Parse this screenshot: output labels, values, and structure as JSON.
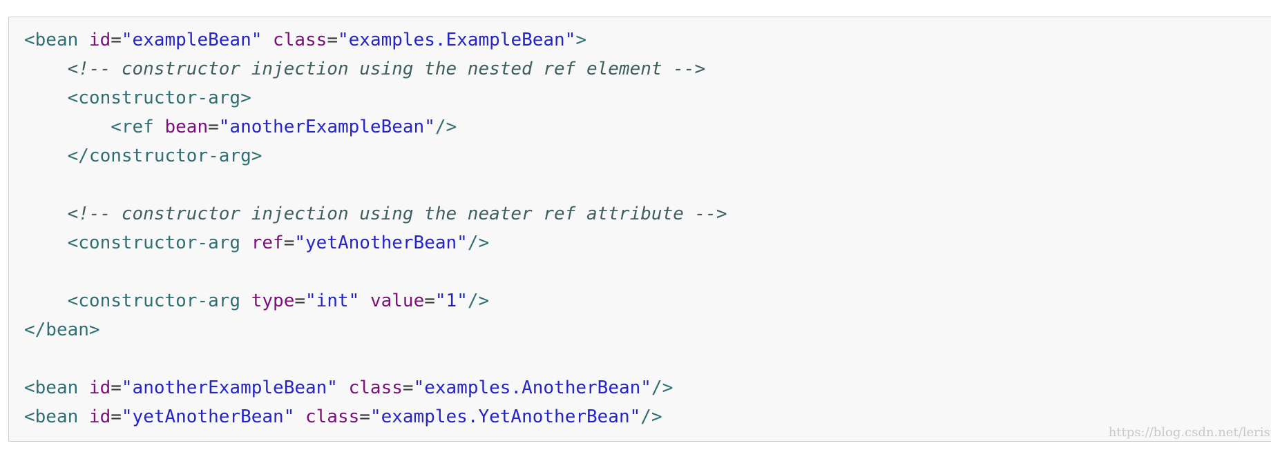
{
  "code_lines": [
    [
      [
        "tag",
        "<bean "
      ],
      [
        "attr",
        "id"
      ],
      [
        "punct",
        "="
      ],
      [
        "str",
        "\"exampleBean\""
      ],
      [
        "tag",
        " "
      ],
      [
        "attr",
        "class"
      ],
      [
        "punct",
        "="
      ],
      [
        "str",
        "\"examples.ExampleBean\""
      ],
      [
        "tag",
        ">"
      ]
    ],
    [
      [
        "comment",
        "    <!-- constructor injection using the nested ref element -->"
      ]
    ],
    [
      [
        "tag",
        "    <constructor-arg>"
      ]
    ],
    [
      [
        "tag",
        "        <ref "
      ],
      [
        "attr",
        "bean"
      ],
      [
        "punct",
        "="
      ],
      [
        "str",
        "\"anotherExampleBean\""
      ],
      [
        "tag",
        "/>"
      ]
    ],
    [
      [
        "tag",
        "    </constructor-arg>"
      ]
    ],
    [],
    [
      [
        "comment",
        "    <!-- constructor injection using the neater ref attribute -->"
      ]
    ],
    [
      [
        "tag",
        "    <constructor-arg "
      ],
      [
        "attr",
        "ref"
      ],
      [
        "punct",
        "="
      ],
      [
        "str",
        "\"yetAnotherBean\""
      ],
      [
        "tag",
        "/>"
      ]
    ],
    [],
    [
      [
        "tag",
        "    <constructor-arg "
      ],
      [
        "attr",
        "type"
      ],
      [
        "punct",
        "="
      ],
      [
        "str",
        "\"int\""
      ],
      [
        "tag",
        " "
      ],
      [
        "attr",
        "value"
      ],
      [
        "punct",
        "="
      ],
      [
        "str",
        "\"1\""
      ],
      [
        "tag",
        "/>"
      ]
    ],
    [
      [
        "tag",
        "</bean>"
      ]
    ],
    [],
    [
      [
        "tag",
        "<bean "
      ],
      [
        "attr",
        "id"
      ],
      [
        "punct",
        "="
      ],
      [
        "str",
        "\"anotherExampleBean\""
      ],
      [
        "tag",
        " "
      ],
      [
        "attr",
        "class"
      ],
      [
        "punct",
        "="
      ],
      [
        "str",
        "\"examples.AnotherBean\""
      ],
      [
        "tag",
        "/>"
      ]
    ],
    [
      [
        "tag",
        "<bean "
      ],
      [
        "attr",
        "id"
      ],
      [
        "punct",
        "="
      ],
      [
        "str",
        "\"yetAnotherBean\""
      ],
      [
        "tag",
        " "
      ],
      [
        "attr",
        "class"
      ],
      [
        "punct",
        "="
      ],
      [
        "str",
        "\"examples.YetAnotherBean\""
      ],
      [
        "tag",
        "/>"
      ]
    ]
  ],
  "watermark": "https://blog.csdn.net/lerist"
}
